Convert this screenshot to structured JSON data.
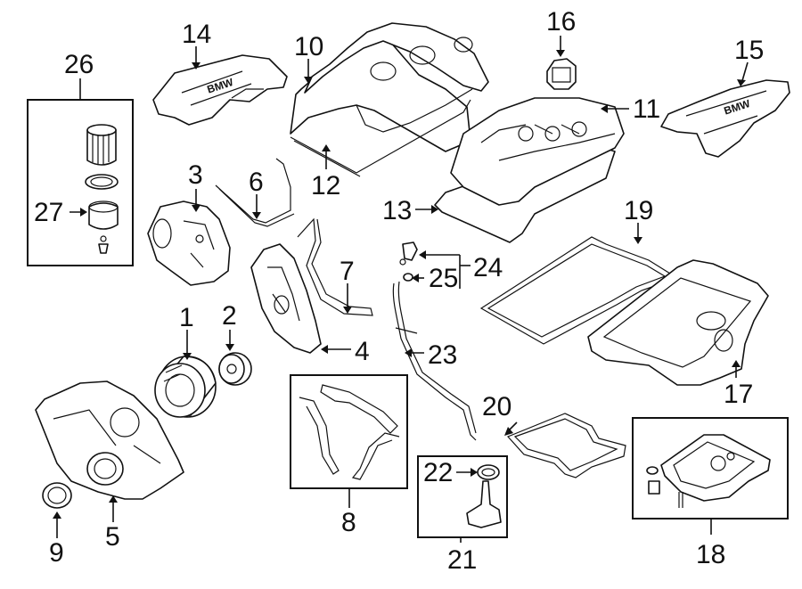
{
  "diagram": {
    "logo_text": "BMW",
    "callouts": [
      {
        "id": "1",
        "label": "1"
      },
      {
        "id": "2",
        "label": "2"
      },
      {
        "id": "3",
        "label": "3"
      },
      {
        "id": "4",
        "label": "4"
      },
      {
        "id": "5",
        "label": "5"
      },
      {
        "id": "6",
        "label": "6"
      },
      {
        "id": "7",
        "label": "7"
      },
      {
        "id": "8",
        "label": "8"
      },
      {
        "id": "9",
        "label": "9"
      },
      {
        "id": "10",
        "label": "10"
      },
      {
        "id": "11",
        "label": "11"
      },
      {
        "id": "12",
        "label": "12"
      },
      {
        "id": "13",
        "label": "13"
      },
      {
        "id": "14",
        "label": "14"
      },
      {
        "id": "15",
        "label": "15"
      },
      {
        "id": "16",
        "label": "16"
      },
      {
        "id": "17",
        "label": "17"
      },
      {
        "id": "18",
        "label": "18"
      },
      {
        "id": "19",
        "label": "19"
      },
      {
        "id": "20",
        "label": "20"
      },
      {
        "id": "21",
        "label": "21"
      },
      {
        "id": "22",
        "label": "22"
      },
      {
        "id": "23",
        "label": "23"
      },
      {
        "id": "24",
        "label": "24"
      },
      {
        "id": "25",
        "label": "25"
      },
      {
        "id": "26",
        "label": "26"
      },
      {
        "id": "27",
        "label": "27"
      }
    ]
  }
}
